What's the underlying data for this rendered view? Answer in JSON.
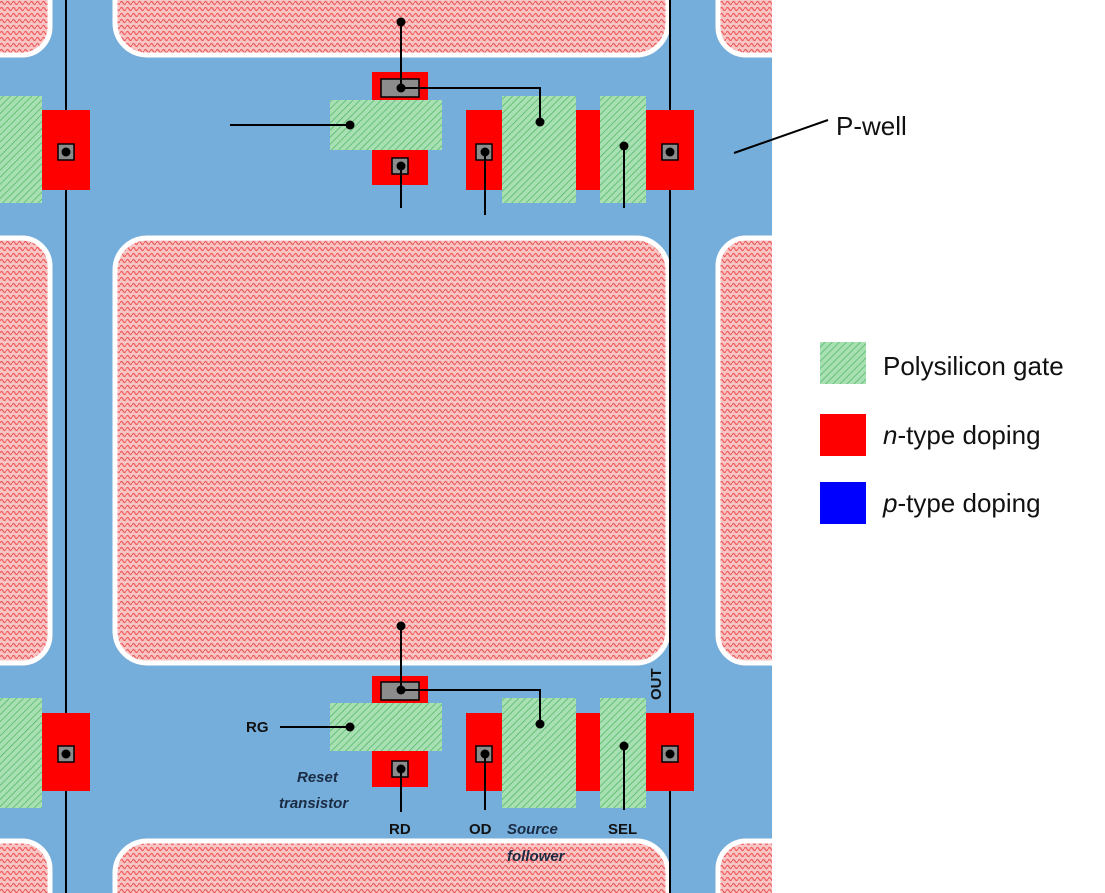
{
  "colors": {
    "pwell": "#76aedb",
    "n_doping": "#ff0000",
    "p_doping": "#0000ff",
    "poly": "#9fdcaa",
    "photodiode": "#f7b6b6",
    "contact": "#8c8c8c"
  },
  "labels": {
    "pwell": "P-well",
    "rg": "RG",
    "rd": "RD",
    "od": "OD",
    "sel": "SEL",
    "out": "OUT",
    "reset_line1": "Reset",
    "reset_line2": "transistor",
    "source_line1": "Source",
    "source_line2": "follower"
  },
  "legend": [
    {
      "text": "Polysilicon gate",
      "swatch": "poly"
    },
    {
      "text_italic": "n",
      "text": "-type doping",
      "swatch": "n"
    },
    {
      "text_italic": "p",
      "text": "-type doping",
      "swatch": "p"
    }
  ]
}
